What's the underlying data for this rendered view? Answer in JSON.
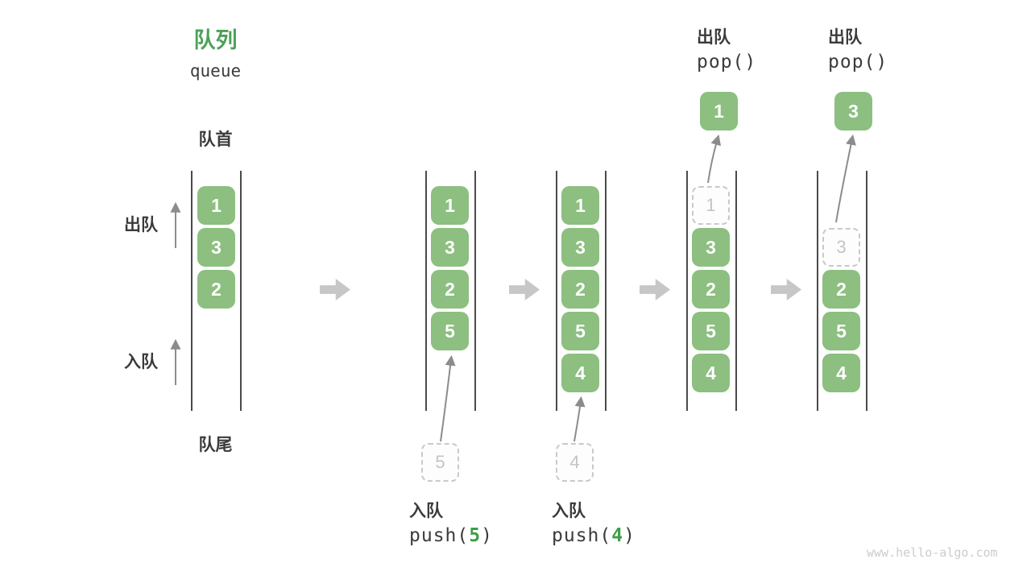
{
  "title": {
    "zh": "队列",
    "en": "queue"
  },
  "side_labels": {
    "front": "队首",
    "rear": "队尾",
    "dequeue": "出队",
    "enqueue": "入队"
  },
  "queues": {
    "q1": {
      "cells": [
        "1",
        "3",
        "2"
      ]
    },
    "q2": {
      "cells": [
        "1",
        "3",
        "2",
        "5"
      ],
      "staged": "5"
    },
    "q3": {
      "cells": [
        "1",
        "3",
        "2",
        "5",
        "4"
      ],
      "staged": "4"
    },
    "q4": {
      "ghost": "1",
      "cells": [
        "3",
        "2",
        "5",
        "4"
      ],
      "popped": "1"
    },
    "q5": {
      "ghost": "3",
      "cells": [
        "2",
        "5",
        "4"
      ],
      "popped": "3"
    }
  },
  "ops": {
    "push5": {
      "label": "入队",
      "fn": "push(",
      "arg": "5",
      "close": ")"
    },
    "push4": {
      "label": "入队",
      "fn": "push(",
      "arg": "4",
      "close": ")"
    },
    "pop1": {
      "label": "出队",
      "code": "pop()"
    },
    "pop2": {
      "label": "出队",
      "code": "pop()"
    }
  },
  "watermark": "www.hello-algo.com",
  "colors": {
    "box_green": "#8cbf80",
    "title_green": "#4ba158",
    "arg_green": "#3f9d4a",
    "text_dark": "#3b3b3b",
    "ghost_gray": "#c6c6c6",
    "arrow_gray": "#8c8c8c",
    "block_arrow_gray": "#c7c7c7",
    "wall_gray": "#4a4a4a",
    "watermark_gray": "#cccccc"
  }
}
